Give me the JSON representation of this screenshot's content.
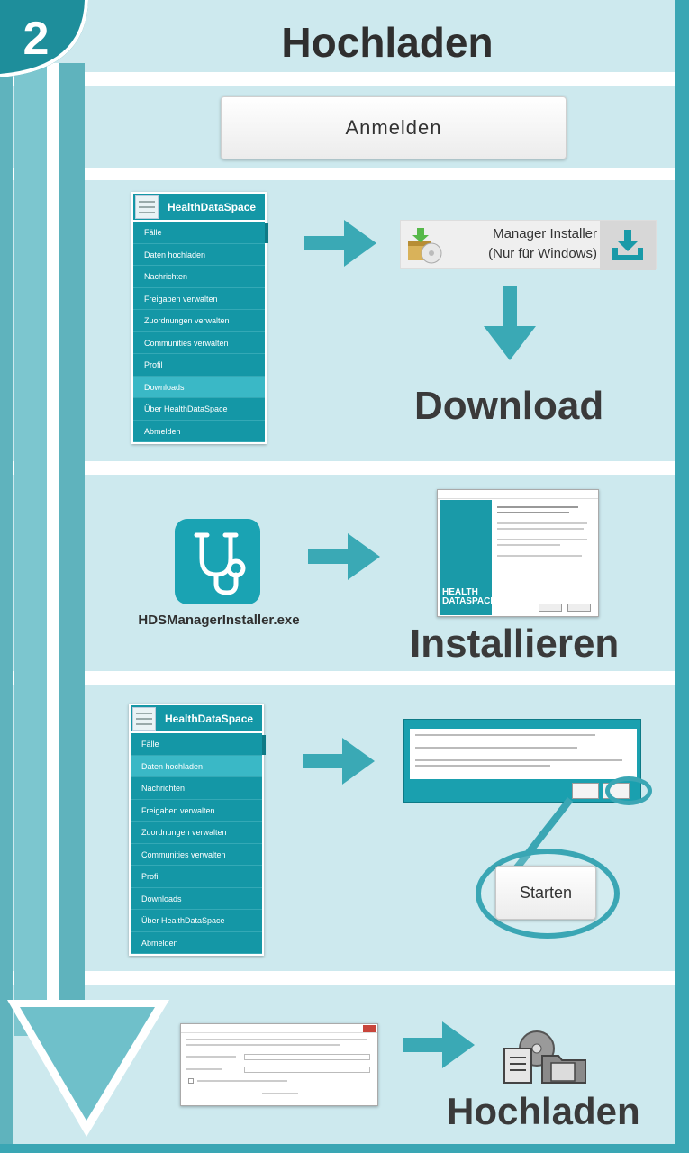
{
  "step": {
    "number": "2"
  },
  "title": "Hochladen",
  "login": {
    "button_label": "Anmelden"
  },
  "menu": {
    "brand": "HealthDataSpace",
    "items": [
      "Fälle",
      "Daten hochladen",
      "Nachrichten",
      "Freigaben verwalten",
      "Zuordnungen verwalten",
      "Communities verwalten",
      "Profil",
      "Downloads",
      "Über HealthDataSpace",
      "Abmelden"
    ]
  },
  "download": {
    "installer_line1": "Manager Installer",
    "installer_line2": "(Nur für Windows)",
    "label": "Download"
  },
  "install": {
    "exe_name": "HDSManagerInstaller.exe",
    "setup_brand_line1": "HEALTH",
    "setup_brand_line2": "DATASPACE",
    "label": "Installieren"
  },
  "start": {
    "button_label": "Starten"
  },
  "upload": {
    "label": "Hochladen"
  },
  "colors": {
    "teal": "#1497a6",
    "teal_light": "#3aa6b4",
    "band": "#cde9ee",
    "arrow": "#3aa9b5"
  },
  "icons": [
    "stethoscope-icon",
    "download-icon",
    "installer-package-icon",
    "documents-disc-icon",
    "hamburger-menu-icon"
  ]
}
